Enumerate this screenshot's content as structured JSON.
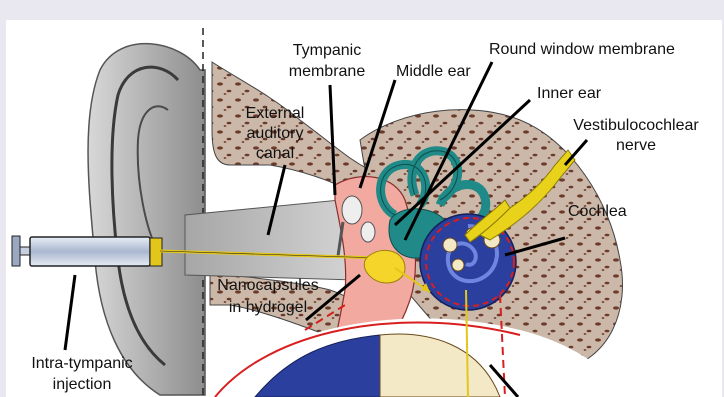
{
  "labels": {
    "tympanic_membrane_line1": "Tympanic",
    "tympanic_membrane_line2": "membrane",
    "middle_ear": "Middle ear",
    "round_window_membrane": "Round window membrane",
    "inner_ear": "Inner ear",
    "external_line1": "External",
    "external_line2": "auditory",
    "external_line3": "canal",
    "vestibulocochlear_line1": "Vestibulocochlear",
    "vestibulocochlear_line2": "nerve",
    "cochlea": "Cochlea",
    "nanocapsules_line1": "Nanocapsules",
    "nanocapsules_line2": "in hydrogel",
    "injection_line1": "Intra-tympanic",
    "injection_line2": "injection"
  },
  "colors": {
    "background": "#e9e8f1",
    "bone": "#cbb8a8",
    "bone_spots": "#6b3a2a",
    "middle_ear_pink": "#f1a9a0",
    "inner_ear_teal": "#1f8a87",
    "cochlea_blue": "#2a3f9e",
    "nerve_yellow": "#e8d21a",
    "injection_yellow": "#e3c61a",
    "dashed_red": "#d81e1e",
    "ear_gray": "#9a9a9a",
    "canal_gray": "#b8b8b8"
  }
}
